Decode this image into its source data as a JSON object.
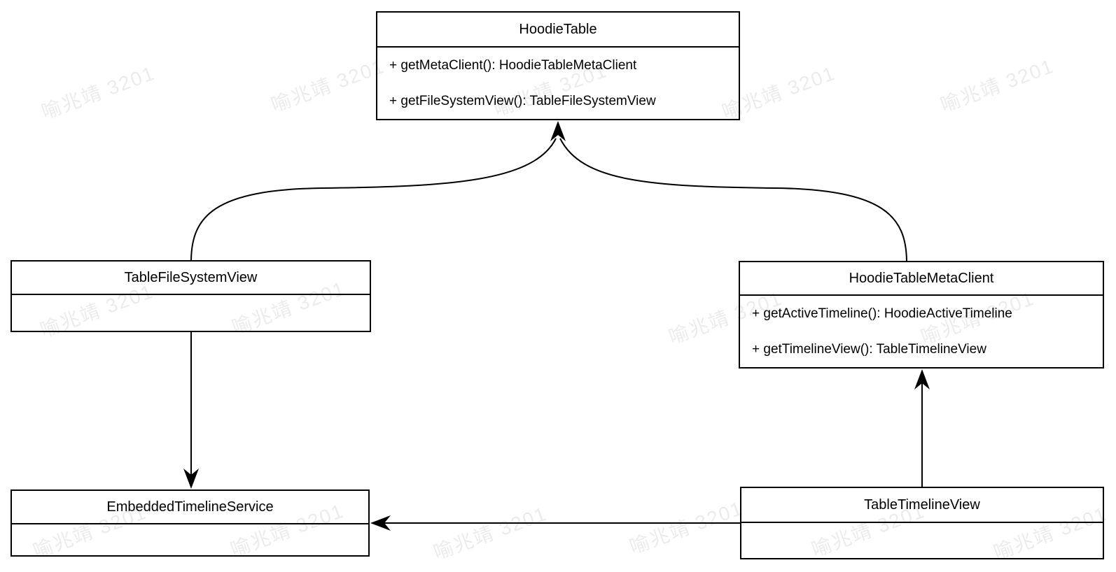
{
  "watermark": {
    "text": "喻兆靖 3201"
  },
  "colors": {
    "line": "#000000",
    "background": "#ffffff",
    "box_fill": "#ffffff",
    "watermark": "#ebebeb"
  },
  "diagram": {
    "type": "uml-class-diagram",
    "classes": [
      {
        "name": "HoodieTable",
        "methods": [
          "+ getMetaClient(): HoodieTableMetaClient",
          "+ getFileSystemView(): TableFileSystemView"
        ]
      },
      {
        "name": "TableFileSystemView",
        "methods": []
      },
      {
        "name": "HoodieTableMetaClient",
        "methods": [
          "+ getActiveTimeline(): HoodieActiveTimeline",
          "+ getTimelineView(): TableTimelineView"
        ]
      },
      {
        "name": "EmbeddedTimelineService",
        "methods": []
      },
      {
        "name": "TableTimelineView",
        "methods": []
      }
    ],
    "relations": [
      {
        "from": "TableFileSystemView",
        "to": "HoodieTable",
        "type": "arrow",
        "shape": "curved"
      },
      {
        "from": "HoodieTableMetaClient",
        "to": "HoodieTable",
        "type": "arrow",
        "shape": "curved"
      },
      {
        "from": "TableFileSystemView",
        "to": "EmbeddedTimelineService",
        "type": "arrow",
        "shape": "straight-vertical"
      },
      {
        "from": "TableTimelineView",
        "to": "HoodieTableMetaClient",
        "type": "arrow",
        "shape": "straight-vertical"
      },
      {
        "from": "TableTimelineView",
        "to": "EmbeddedTimelineService",
        "type": "arrow",
        "shape": "straight-horizontal"
      }
    ]
  }
}
